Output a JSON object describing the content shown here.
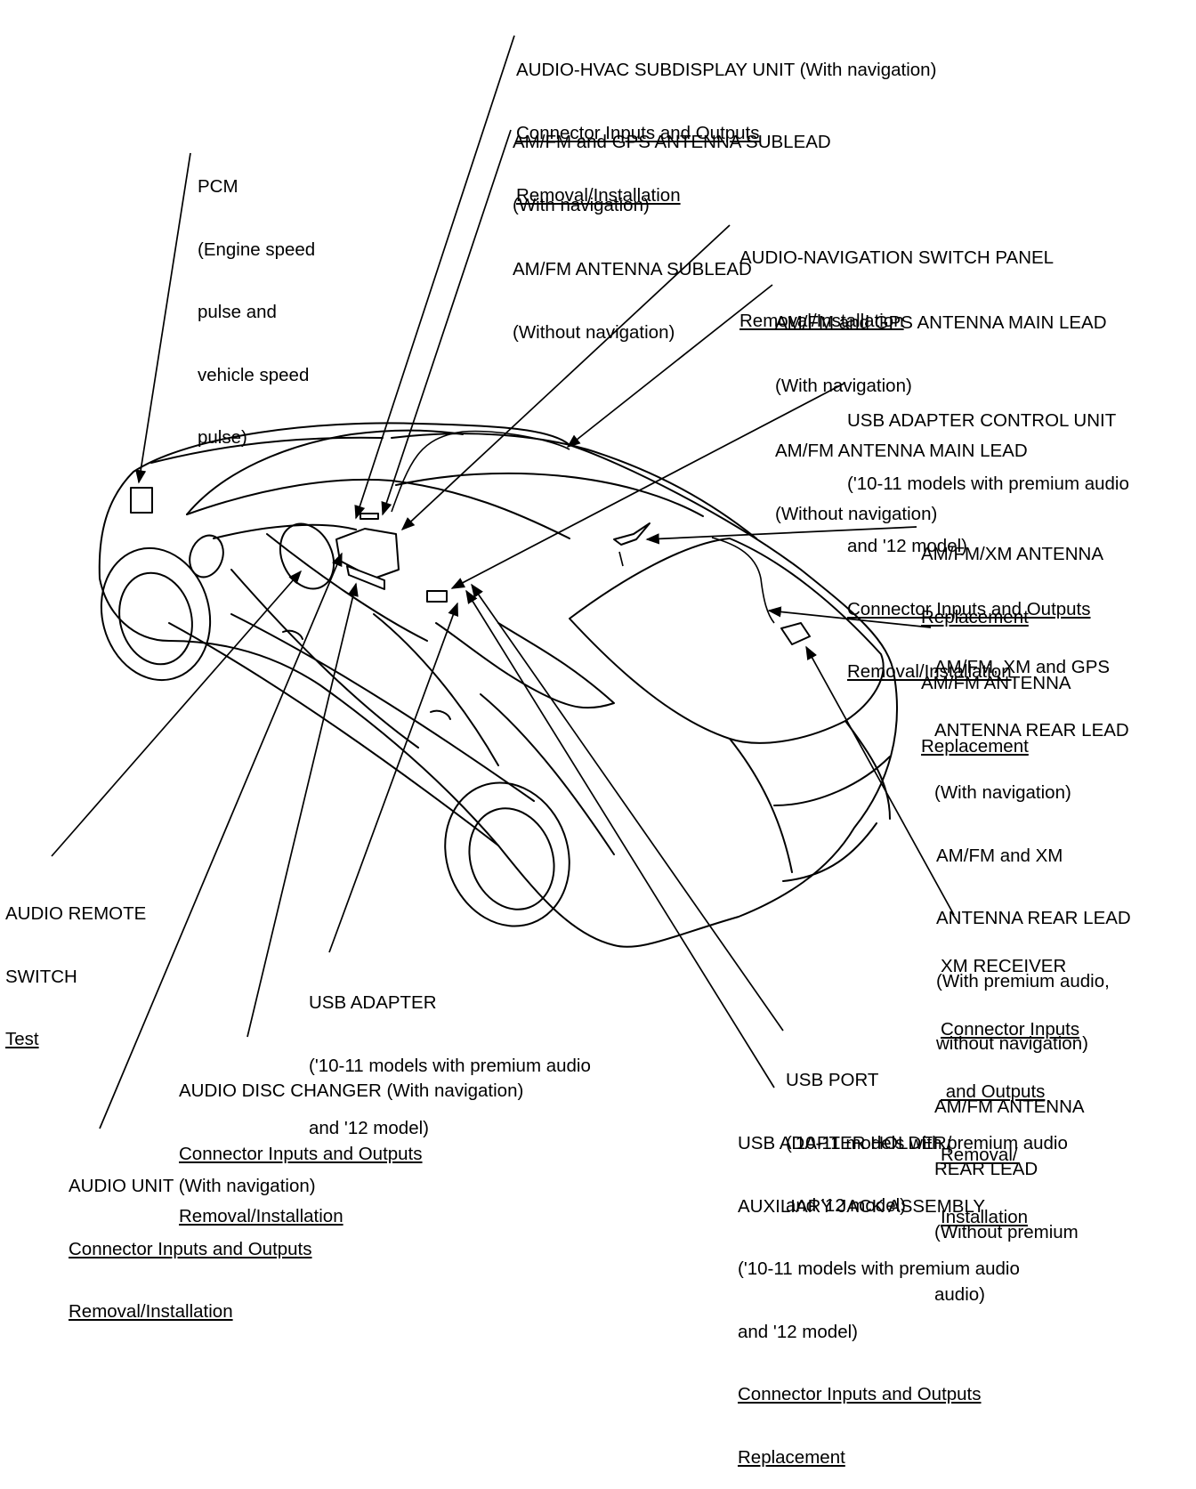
{
  "components": {
    "audio_hvac_subdisplay": {
      "lines": [
        "AUDIO-HVAC SUBDISPLAY UNIT (With navigation)"
      ],
      "links": [
        "Connector Inputs and Outputs",
        "Removal/Installation"
      ]
    },
    "amfm_gps_sublead": {
      "lines": [
        "AM/FM and GPS ANTENNA SUBLEAD",
        "(With navigation)",
        "AM/FM ANTENNA SUBLEAD",
        "(Without navigation)"
      ]
    },
    "pcm": {
      "lines": [
        "PCM",
        "(Engine speed",
        "pulse and",
        "vehicle speed",
        "pulse)"
      ]
    },
    "audio_nav_switch_panel": {
      "lines": [
        "AUDIO-NAVIGATION SWITCH PANEL"
      ],
      "links": [
        "Removal/Installation"
      ]
    },
    "amfm_gps_main_lead": {
      "lines": [
        "AM/FM and GPS ANTENNA MAIN LEAD",
        "(With navigation)",
        "AM/FM ANTENNA MAIN LEAD",
        "(Without navigation)"
      ]
    },
    "usb_adapter_control_unit": {
      "lines": [
        "USB ADAPTER CONTROL UNIT",
        "('10-11 models with premium audio",
        "and '12 model)"
      ],
      "links": [
        "Connector Inputs and Outputs",
        "Removal/Installation"
      ]
    },
    "amfm_xm_antenna": {
      "lines": [
        "AM/FM/XM ANTENNA"
      ],
      "links": [
        "Replacement"
      ],
      "lines2": [
        "AM/FM ANTENNA"
      ],
      "links2": [
        "Replacement"
      ]
    },
    "rear_lead": {
      "lines": [
        "AM/FM, XM and GPS",
        "ANTENNA REAR LEAD",
        "(With navigation)",
        "AM/FM and XM",
        "ANTENNA REAR LEAD",
        "(With premium audio,",
        "without navigation)",
        "AM/FM ANTENNA",
        "REAR LEAD",
        "(Without premium",
        "audio)"
      ]
    },
    "audio_remote_switch": {
      "lines": [
        "AUDIO REMOTE",
        "SWITCH"
      ],
      "links": [
        "Test"
      ]
    },
    "xm_receiver": {
      "lines": [
        "XM RECEIVER"
      ],
      "links": [
        "Connector Inputs",
        " and Outputs",
        "Removal/",
        "Installation"
      ]
    },
    "usb_adapter": {
      "lines": [
        "USB ADAPTER",
        "('10-11 models with premium audio",
        "and '12 model)"
      ]
    },
    "audio_disc_changer": {
      "lines": [
        "AUDIO DISC CHANGER (With navigation)"
      ],
      "links": [
        "Connector Inputs and Outputs",
        "Removal/Installation"
      ]
    },
    "usb_port": {
      "lines": [
        "USB PORT",
        "('10-11 models with premium audio",
        "and '12 model)"
      ]
    },
    "usb_adapter_holder": {
      "lines": [
        "USB ADAPTER HOLDER/",
        "AUXILIARY JACK ASSEMBLY",
        "('10-11 models with premium audio",
        "and '12 model)"
      ],
      "links": [
        "Connector Inputs and Outputs",
        "Replacement"
      ]
    },
    "audio_unit": {
      "lines": [
        "AUDIO UNIT (With navigation)"
      ],
      "links": [
        "Connector Inputs and Outputs",
        "Removal/Installation"
      ]
    }
  }
}
